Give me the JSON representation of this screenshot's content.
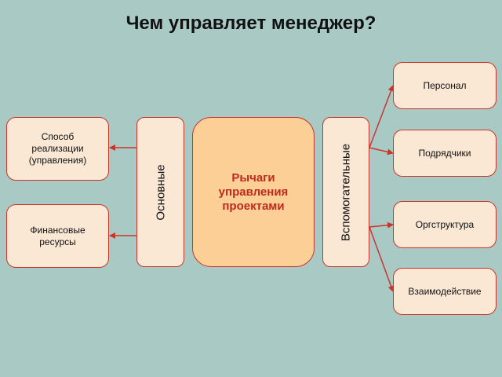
{
  "title": "Чем управляет менеджер?",
  "colors": {
    "background": "#a9c9c5",
    "box_fill": "#fae7d4",
    "center_fill": "#fbcf95",
    "accent": "#c9352b",
    "center_text": "#c0291e"
  },
  "center": {
    "label": "Рычаги\nуправления\nпроектами"
  },
  "groups": {
    "primary": {
      "label": "Основные",
      "items": [
        "Способ\nреализации\n(управления)",
        "Финансовые\nресурсы"
      ]
    },
    "secondary": {
      "label": "Вспомогательные",
      "items": [
        "Персонал",
        "Подрядчики",
        "Оргструктура",
        "Взаимодействие"
      ]
    }
  }
}
